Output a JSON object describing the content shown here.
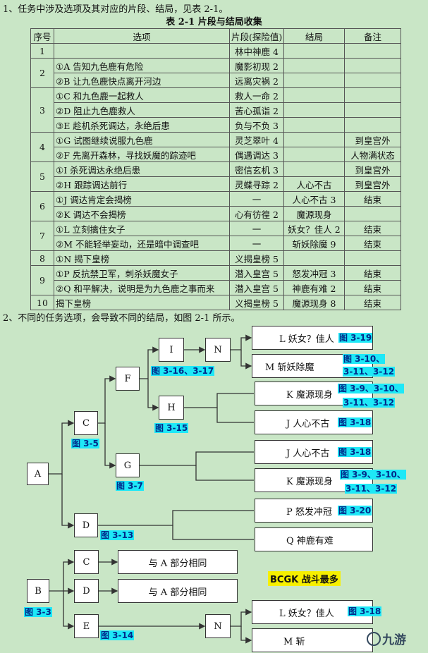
{
  "intro1": "1、任务中涉及选项及其对应的片段、结局，见表 2-1。",
  "table_title": "表 2-1 片段与结局收集",
  "headers": [
    "序号",
    "选项",
    "片段(探险值)",
    "结局",
    "备注"
  ],
  "rows": [
    {
      "no": "1",
      "opt": "",
      "frag": "林中神鹿 4",
      "end": "",
      "note": ""
    },
    {
      "no": "2",
      "opt": "①A 告知九色鹿有危险",
      "frag": "魔影初现 2",
      "end": "",
      "note": ""
    },
    {
      "no": "",
      "opt": "②B 让九色鹿快点离开河边",
      "frag": "远离灾祸 2",
      "end": "",
      "note": ""
    },
    {
      "no": "",
      "opt": "①C 和九色鹿一起救人",
      "frag": "救人一命 2",
      "end": "",
      "note": ""
    },
    {
      "no": "3",
      "opt": "②D 阻止九色鹿救人",
      "frag": "苦心孤诣 2",
      "end": "",
      "note": ""
    },
    {
      "no": "",
      "opt": "③E 趁机杀死调达，永绝后患",
      "frag": "负与不负 3",
      "end": "",
      "note": ""
    },
    {
      "no": "4",
      "opt": "①G 试图继续说服九色鹿",
      "frag": "灵芝翠叶 4",
      "end": "",
      "note": "到皇宫外"
    },
    {
      "no": "",
      "opt": "②F 先离开森林，寻找妖魔的踪迹吧",
      "frag": "偶遇调达 3",
      "end": "",
      "note": "人物满状态"
    },
    {
      "no": "5",
      "opt": "①I 杀死调达永绝后患",
      "frag": "密信玄机 3",
      "end": "",
      "note": "到皇宫外"
    },
    {
      "no": "",
      "opt": "②H 跟踪调达前行",
      "frag": "灵蝶寻踪 2",
      "end": "人心不古",
      "note": "到皇宫外"
    },
    {
      "no": "6",
      "opt": "①J 调达肯定会揭榜",
      "frag": "一",
      "end": "人心不古 3",
      "note": "结束"
    },
    {
      "no": "",
      "opt": "②K 调达不会揭榜",
      "frag": "心有彷徨 2",
      "end": "魔源现身",
      "note": ""
    },
    {
      "no": "7",
      "opt": "①L 立刻擒住女子",
      "frag": "一",
      "end": "妖女？佳人 2",
      "note": "结束"
    },
    {
      "no": "",
      "opt": "②M 不能轻举妄动，还是暗中调查吧",
      "frag": "一",
      "end": "斩妖除魔 9",
      "note": "结束"
    },
    {
      "no": "8",
      "opt": "①N 揭下皇榜",
      "frag": "义揭皇榜 5",
      "end": "",
      "note": ""
    },
    {
      "no": "9",
      "opt": "①P 反抗禁卫军，刺杀妖魔女子",
      "frag": "潜入皇宫 5",
      "end": "怒发冲冠 3",
      "note": "结束"
    },
    {
      "no": "",
      "opt": "②Q 和平解决，说明是为九色鹿之事而来",
      "frag": "潜入皇宫 5",
      "end": "神鹿有难 2",
      "note": "结束"
    },
    {
      "no": "10",
      "opt": "揭下皇榜",
      "frag": "义揭皇榜 5",
      "end": "魔源现身 8",
      "note": "结束"
    }
  ],
  "intro2": "2、不同的任务选项，会导致不同的结局，如图 2-1 所示。",
  "diagram": {
    "A": "A",
    "C": "C",
    "D": "D",
    "F": "F",
    "G": "G",
    "I": "I",
    "H": "H",
    "N": "N",
    "L1": "L 妖女？佳人",
    "M1": "M 斩妖除魔",
    "K1": "K 魔源现身",
    "J1": "J 人心不古",
    "J2": "J 人心不古",
    "K2": "K 魔源现身",
    "P": "P 怒发冲冠",
    "Q": "Q 神鹿有难",
    "B": "B",
    "C2": "C",
    "D2": "D",
    "E": "E",
    "N2": "N",
    "same1": "与 A 部分相同",
    "same2": "与 A 部分相同",
    "L2": "L 妖女？佳人",
    "M2": "M 斩"
  },
  "tags": {
    "t319": "图 3-19",
    "t310a": "图 3-10、",
    "t311a": "3-11、3-12",
    "t316": "图 3-16、3-17",
    "t39a": "图 3-9、3-10、",
    "t311b": "3-11、3-12",
    "t315": "图 3-15",
    "t318a": "图 3-18",
    "t35": "图 3-5",
    "t318b": "图 3-18",
    "t39b": "图 3-9、3-10、",
    "t311c": "3-11、3-12",
    "t37": "图 3-7",
    "t320": "图 3-20",
    "t313": "图 3-13",
    "t33": "图 3-3",
    "t314": "图 3-14",
    "t318c": "图 3-18"
  },
  "note": "BCGK 战斗最多",
  "watermark": "九游"
}
